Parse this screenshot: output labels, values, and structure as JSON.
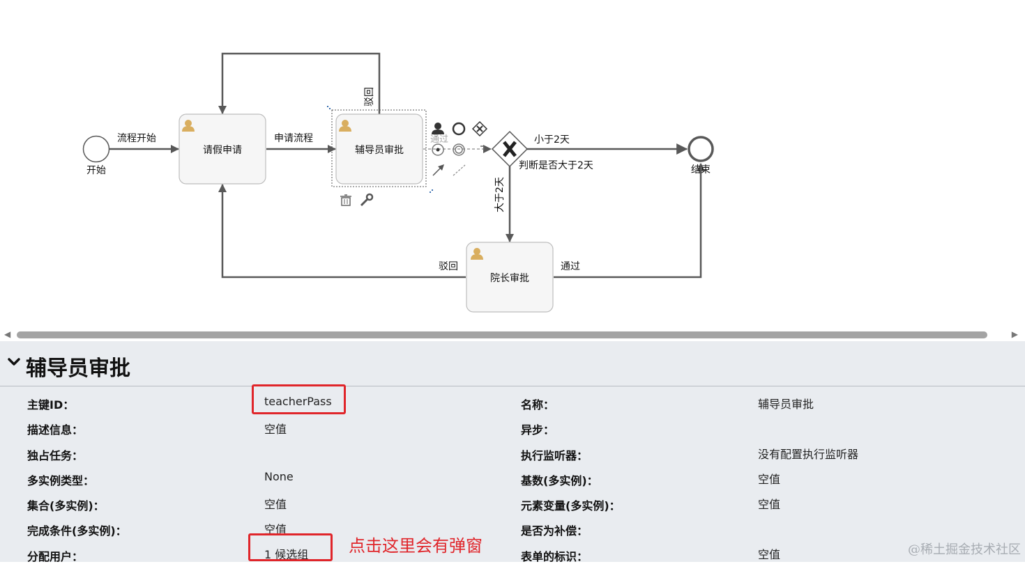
{
  "diagram": {
    "start_label": "开始",
    "end_label": "结束",
    "tasks": {
      "apply": "请假申请",
      "counselor": "辅导员审批",
      "dean": "院长审批"
    },
    "gateway_label": "判断是否大于2天",
    "flows": {
      "start_to_apply": "流程开始",
      "apply_to_counselor": "申请流程",
      "counselor_reject": "驳回",
      "counselor_pass": "通过",
      "less_than_2": "小于2天",
      "more_than_2": "大于2天",
      "dean_reject": "驳回",
      "dean_pass": "通过"
    }
  },
  "properties": {
    "title": "辅导员审批",
    "rows": [
      {
        "left_label": "主键ID：",
        "left_value": "teacherPass",
        "right_label": "名称：",
        "right_value": "辅导员审批"
      },
      {
        "left_label": "描述信息：",
        "left_value": "空值",
        "right_label": "异步：",
        "right_value": ""
      },
      {
        "left_label": "独占任务：",
        "left_value": "",
        "right_label": "执行监听器：",
        "right_value": "没有配置执行监听器"
      },
      {
        "left_label": "多实例类型：",
        "left_value": "None",
        "right_label": "基数(多实例)：",
        "right_value": "空值"
      },
      {
        "left_label": "集合(多实例)：",
        "left_value": "空值",
        "right_label": "元素变量(多实例)：",
        "right_value": "空值"
      },
      {
        "left_label": "完成条件(多实例)：",
        "left_value": "空值",
        "right_label": "是否为补偿：",
        "right_value": ""
      },
      {
        "left_label": "分配用户：",
        "left_value": "1 候选组",
        "right_label": "表单的标识：",
        "right_value": "空值"
      }
    ]
  },
  "annotation": "点击这里会有弹窗",
  "watermark": "@稀土掘金技术社区",
  "colors": {
    "accent_red": "#e0252a",
    "panel_bg": "#e9ecf0",
    "flow_line": "#585858",
    "user_icon": "#d9ae5f"
  }
}
